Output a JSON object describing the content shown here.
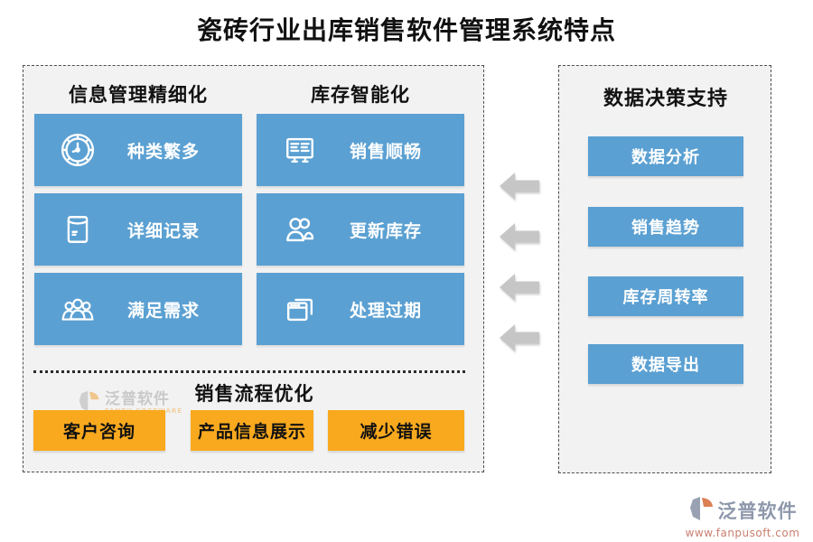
{
  "title": "瓷砖行业出库销售软件管理系统特点",
  "colors": {
    "tile_blue": "#5ba0d2",
    "button_orange": "#f9a91e",
    "panel_bg": "#f2f2f2",
    "arrow_gray": "#c6c6c6",
    "title_text": "#111111"
  },
  "left_panel": {
    "columns": [
      {
        "header": "信息管理精细化",
        "items": [
          {
            "icon": "clock-icon",
            "label": "种类繁多"
          },
          {
            "icon": "document-pouch-icon",
            "label": "详细记录"
          },
          {
            "icon": "users-group-icon",
            "label": "满足需求"
          }
        ]
      },
      {
        "header": "库存智能化",
        "items": [
          {
            "icon": "billboard-list-icon",
            "label": "销售顺畅"
          },
          {
            "icon": "two-users-icon",
            "label": "更新库存"
          },
          {
            "icon": "overlapping-windows-icon",
            "label": "处理过期"
          }
        ]
      }
    ],
    "bottom_section": {
      "header": "销售流程优化",
      "buttons": [
        {
          "label": "客户咨询"
        },
        {
          "label": "产品信息展示"
        },
        {
          "label": "减少错误"
        }
      ]
    }
  },
  "right_panel": {
    "header": "数据决策支持",
    "buttons": [
      {
        "label": "数据分析"
      },
      {
        "label": "销售趋势"
      },
      {
        "label": "库存周转率"
      },
      {
        "label": "数据导出"
      }
    ]
  },
  "arrows": {
    "count": 4,
    "direction": "left"
  },
  "watermark": {
    "brand": "泛普软件",
    "subtext": "FANPU SOFTWARE"
  },
  "footer_logo": {
    "brand": "泛普软件",
    "url": "www.fanpusoft.com"
  }
}
